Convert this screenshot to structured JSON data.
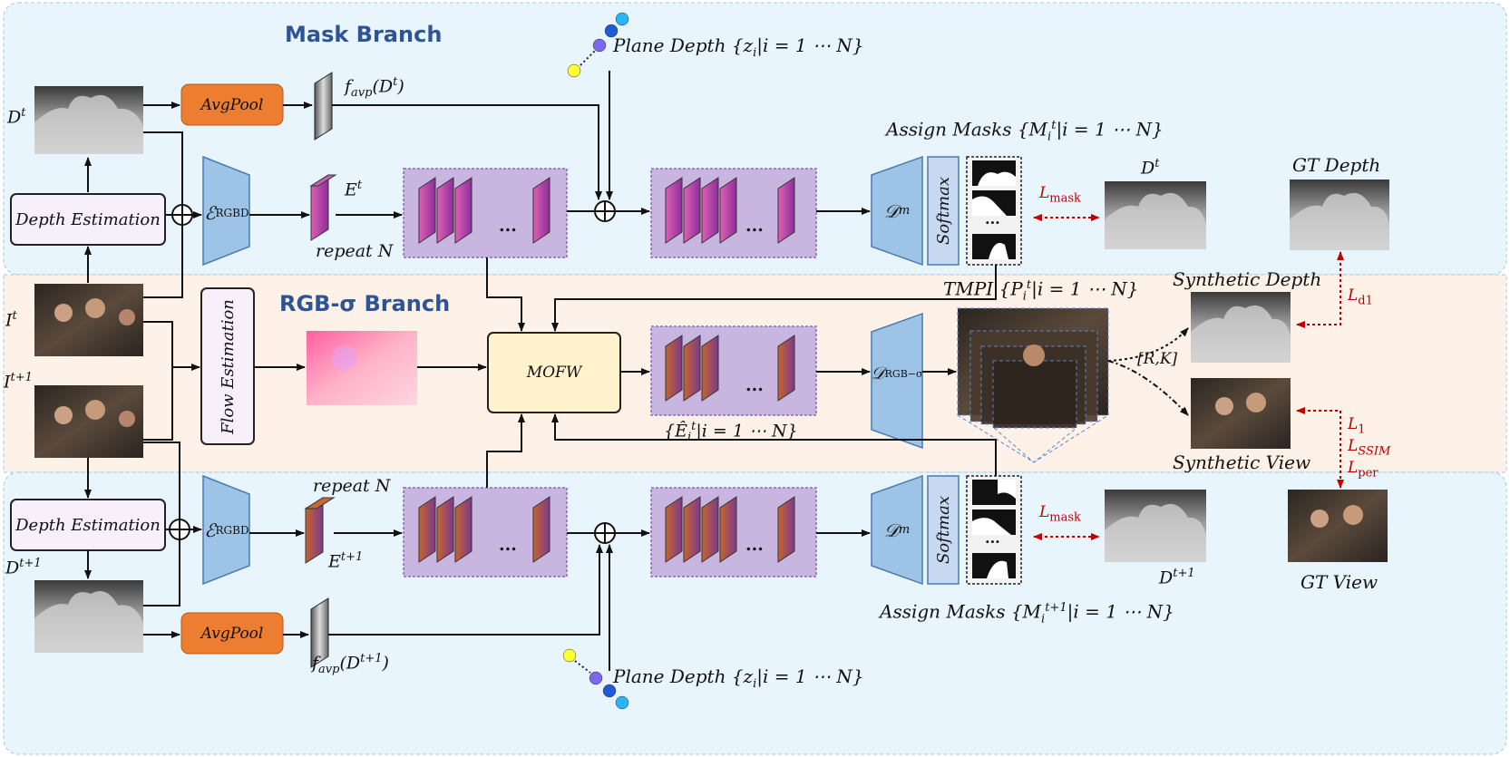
{
  "branches": {
    "mask": "Mask Branch",
    "rgb": "RGB-σ Branch"
  },
  "modules": {
    "depth_estimation_top": "Depth Estimation",
    "depth_estimation_bottom": "Depth Estimation",
    "avgpool_top": "AvgPool",
    "avgpool_bottom": "AvgPool",
    "flow_estimation": "Flow Estimation",
    "mofw": "MOFW",
    "softmax_top": "Softmax",
    "softmax_bottom": "Softmax",
    "encoder_top": "ℰ",
    "encoder_top_sub": "RGBD",
    "encoder_bottom": "ℰ",
    "encoder_bottom_sub": "RGBD",
    "decoder_mask_top": "𝒟",
    "decoder_mask_top_sub": "m",
    "decoder_mask_bottom": "𝒟",
    "decoder_mask_bottom_sub": "m",
    "decoder_rgb": "𝒟",
    "decoder_rgb_sub": "RGB−σ",
    "ellipsis": "..."
  },
  "labels": {
    "D_t": "D",
    "D_t_sup": "t",
    "I_t": "I",
    "I_t_sup": "t",
    "I_t1": "I",
    "I_t1_sup": "t+1",
    "D_t1": "D",
    "D_t1_sup": "t+1",
    "favp_top_f": "f",
    "favp_top_sub": "avp",
    "favp_top_arg": "(D",
    "favp_top_arg_sup": "t",
    "favp_top_close": ")",
    "favp_bottom_f": "f",
    "favp_bottom_sub": "avp",
    "favp_bottom_arg": "(D",
    "favp_bottom_arg_sup": "t+1",
    "favp_bottom_close": ")",
    "E_t": "E",
    "E_t_sup": "t",
    "E_t1": "E",
    "E_t1_sup": "t+1",
    "repeat_top": "repeat N",
    "repeat_bottom": "repeat N",
    "plane_depth_top": "Plane Depth {z",
    "plane_depth_top_sub": "i",
    "plane_depth_top_rest": "|i = 1 ⋯ N}",
    "plane_depth_bottom": "Plane Depth {z",
    "plane_depth_bottom_sub": "i",
    "plane_depth_bottom_rest": "|i = 1 ⋯ N}",
    "assign_top": "Assign Masks {M",
    "assign_top_sub": "i",
    "assign_top_sup": "t",
    "assign_top_rest": "|i = 1 ⋯ N}",
    "assign_bottom": "Assign Masks {M",
    "assign_bottom_sub": "i",
    "assign_bottom_sup": "t+1",
    "assign_bottom_rest": "|i = 1 ⋯ N}",
    "tmpi": "TMPI {P",
    "tmpi_sub": "i",
    "tmpi_sup": "t",
    "tmpi_rest": "|i = 1 ⋯ N}",
    "ehat": "{Ê",
    "ehat_sub": "i",
    "ehat_sup": "t",
    "ehat_rest": "|i = 1 ⋯ N}",
    "RK": "[R,K]",
    "Dt_right": "D",
    "Dt_right_sup": "t",
    "Dt1_right": "D",
    "Dt1_right_sup": "t+1",
    "gt_depth": "GT Depth",
    "synthetic_depth": "Synthetic Depth",
    "synthetic_view": "Synthetic View",
    "gt_view": "GT View"
  },
  "losses": {
    "mask_top": "L",
    "mask_top_sub": "mask",
    "mask_bottom": "L",
    "mask_bottom_sub": "mask",
    "d1": "L",
    "d1_sub": "d1",
    "l1": "L",
    "l1_sub": "1",
    "ssim": "L",
    "ssim_sub": "SSIM",
    "per": "L",
    "per_sub": "per"
  },
  "colors": {
    "mask_bg": "#e8f5fd",
    "rgb_bg": "#fdf1e8",
    "avgpool": "#ed7d31",
    "encoder": "#9dc3e6",
    "module_fill": "#f7effa",
    "module_stroke": "#222222",
    "stack_bg": "#c8b5e0",
    "mofw": "#fff2cc",
    "loss": "#c00000",
    "title": "#2f5496"
  }
}
